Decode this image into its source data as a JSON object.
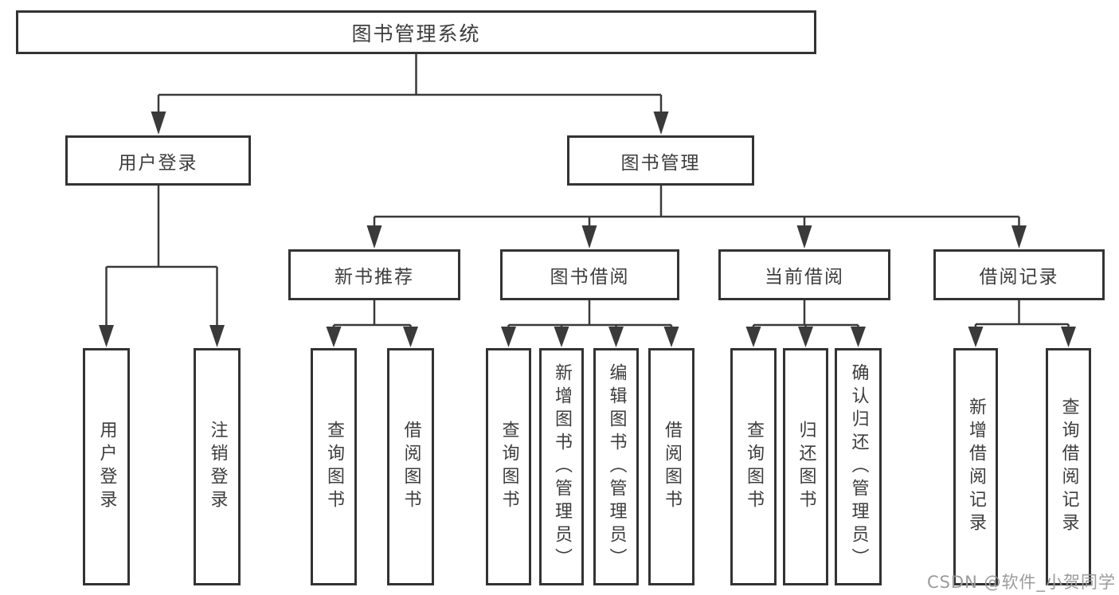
{
  "watermark": "CSDN @软件_小贺同学",
  "colors": {
    "line": "#3a3a3a",
    "box_border": "#333333",
    "box_fill": "#ffffff",
    "text": "#3d3d3d",
    "watermark": "#9b9b9b",
    "background": "#ffffff"
  },
  "tree": {
    "root": {
      "label": "图书管理系统"
    },
    "branches": [
      {
        "label": "用户登录",
        "children": [
          {
            "label": "用户登录"
          },
          {
            "label": "注销登录"
          }
        ]
      },
      {
        "label": "图书管理",
        "groups": [
          {
            "label": "新书推荐",
            "children": [
              {
                "label": "查询图书"
              },
              {
                "label": "借阅图书"
              }
            ]
          },
          {
            "label": "图书借阅",
            "children": [
              {
                "label": "查询图书"
              },
              {
                "label": "新增图书（管理员）"
              },
              {
                "label": "编辑图书（管理员）"
              },
              {
                "label": "借阅图书"
              }
            ]
          },
          {
            "label": "当前借阅",
            "children": [
              {
                "label": "查询图书"
              },
              {
                "label": "归还图书"
              },
              {
                "label": "确认归还（管理员）"
              }
            ]
          },
          {
            "label": "借阅记录",
            "children": [
              {
                "label": "新增借阅记录"
              },
              {
                "label": "查询借阅记录"
              }
            ]
          }
        ]
      }
    ]
  }
}
